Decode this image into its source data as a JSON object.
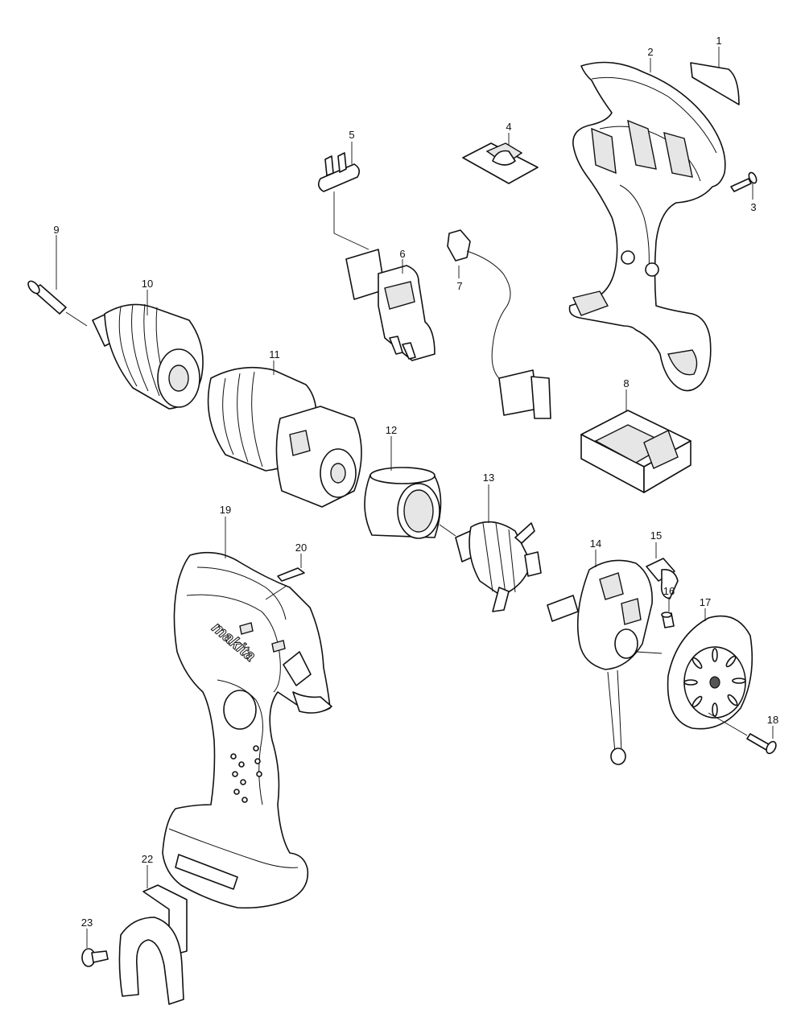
{
  "diagram": {
    "brand_text": "makita",
    "callouts": [
      {
        "id": "1",
        "label": "1"
      },
      {
        "id": "2",
        "label": "2"
      },
      {
        "id": "3",
        "label": "3"
      },
      {
        "id": "4",
        "label": "4"
      },
      {
        "id": "5",
        "label": "5"
      },
      {
        "id": "6",
        "label": "6"
      },
      {
        "id": "7",
        "label": "7"
      },
      {
        "id": "8",
        "label": "8"
      },
      {
        "id": "9",
        "label": "9"
      },
      {
        "id": "10",
        "label": "10"
      },
      {
        "id": "11",
        "label": "11"
      },
      {
        "id": "12",
        "label": "12"
      },
      {
        "id": "13",
        "label": "13"
      },
      {
        "id": "14",
        "label": "14"
      },
      {
        "id": "15",
        "label": "15"
      },
      {
        "id": "16",
        "label": "16"
      },
      {
        "id": "17",
        "label": "17"
      },
      {
        "id": "18",
        "label": "18"
      },
      {
        "id": "19",
        "label": "19"
      },
      {
        "id": "20",
        "label": "20"
      },
      {
        "id": "22",
        "label": "22"
      },
      {
        "id": "23",
        "label": "23"
      }
    ]
  }
}
